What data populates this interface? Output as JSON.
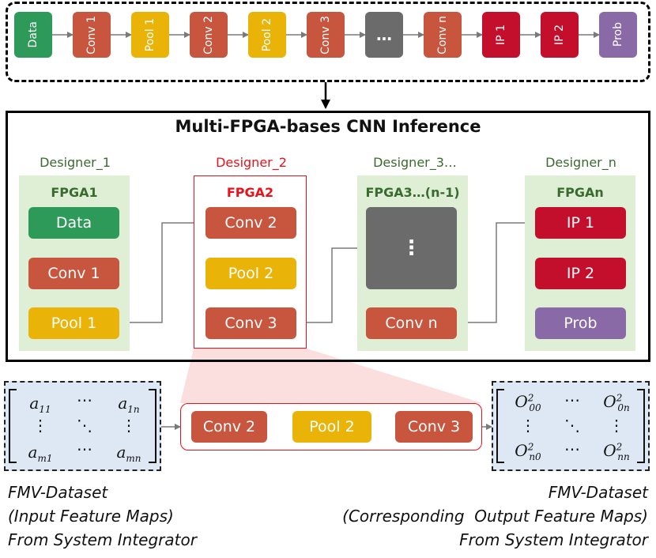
{
  "pipeline": [
    {
      "label": "Data",
      "color": "#2e9a5a"
    },
    {
      "label": "Conv 1",
      "color": "#c8553d"
    },
    {
      "label": "Pool 1",
      "color": "#eab308"
    },
    {
      "label": "Conv 2",
      "color": "#c8553d"
    },
    {
      "label": "Pool 2",
      "color": "#eab308"
    },
    {
      "label": "Conv 3",
      "color": "#c8553d"
    },
    {
      "label": "…",
      "color": "#6b6b6b"
    },
    {
      "label": "Conv n",
      "color": "#c8553d"
    },
    {
      "label": "IP 1",
      "color": "#c40f2c"
    },
    {
      "label": "IP 2",
      "color": "#c40f2c"
    },
    {
      "label": "Prob",
      "color": "#8a6aa6"
    }
  ],
  "main_title": "Multi-FPGA-bases CNN Inference",
  "designers": [
    {
      "designer": "Designer_1",
      "fpga": "FPGA1",
      "layers": [
        "Data",
        "Conv 1",
        "Pool 1"
      ]
    },
    {
      "designer": "Designer_2",
      "fpga": "FPGA2",
      "layers": [
        "Conv 2",
        "Pool 2",
        "Conv 3"
      ]
    },
    {
      "designer": "Designer_3…",
      "fpga": "FPGA3…(n-1)",
      "layers": [
        "⋮",
        "Conv n"
      ]
    },
    {
      "designer": "Designer_n",
      "fpga": "FPGAn",
      "layers": [
        "IP 1",
        "IP 2",
        "Prob"
      ]
    }
  ],
  "zoom_layers": [
    "Conv 2",
    "Pool 2",
    "Conv 3"
  ],
  "input_matrix": {
    "tl": "a",
    "tl_sub": "11",
    "tr": "a",
    "tr_sub": "1n",
    "bl": "a",
    "bl_sub": "m1",
    "br": "a",
    "br_sub": "mn"
  },
  "output_matrix": {
    "tl": "O",
    "tl_sub": "00",
    "tl_sup": "2",
    "tr": "O",
    "tr_sub": "0n",
    "tr_sup": "2",
    "bl": "O",
    "bl_sub": "n0",
    "bl_sup": "2",
    "br": "O",
    "br_sub": "nn",
    "br_sup": "2"
  },
  "captions": {
    "left": [
      "FMV-Dataset",
      "(Input Feature Maps)",
      "From System Integrator"
    ],
    "right": [
      "FMV-Dataset",
      "(Corresponding  Output Feature Maps)",
      "From System Integrator"
    ]
  },
  "colors": {
    "highlight": "#e8121c",
    "designer_label": "#3a6b2e",
    "panel": "#deefd6",
    "matrix_bg": "#dde8f4"
  }
}
